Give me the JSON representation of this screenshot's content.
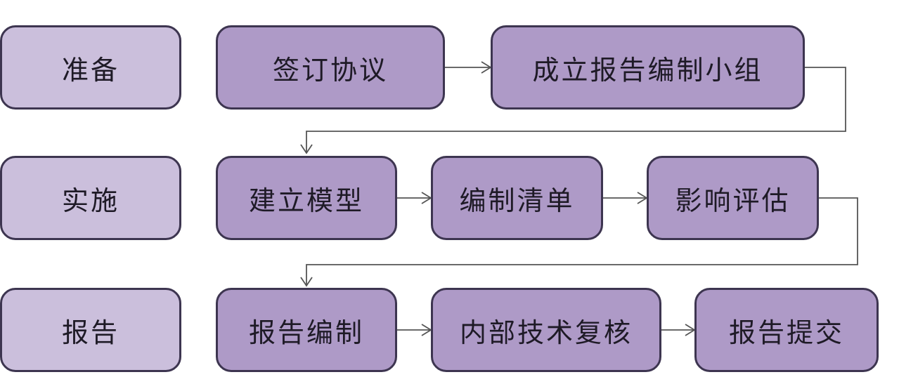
{
  "stages": [
    {
      "label": "准备"
    },
    {
      "label": "实施"
    },
    {
      "label": "报告"
    }
  ],
  "steps": [
    {
      "label": "签订协议"
    },
    {
      "label": "成立报告编制小组"
    },
    {
      "label": "建立模型"
    },
    {
      "label": "编制清单"
    },
    {
      "label": "影响评估"
    },
    {
      "label": "报告编制"
    },
    {
      "label": "内部技术复核"
    },
    {
      "label": "报告提交"
    }
  ]
}
